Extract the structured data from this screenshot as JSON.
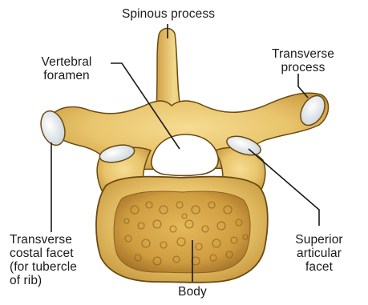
{
  "labels": {
    "spinous_process": "Spinous process",
    "vertebral_foramen": [
      "Vertebral",
      "foramen"
    ],
    "transverse_process": [
      "Transverse",
      "process"
    ],
    "transverse_costal_facet": [
      "Transverse",
      "costal facet",
      "(for tubercle",
      "of rib)"
    ],
    "superior_articular_facet": [
      "Superior",
      "articular",
      "facet"
    ],
    "body": "Body"
  },
  "colors": {
    "bone": "#e8c46c",
    "bone_shade": "#b8882e",
    "bone_outline": "#6a4a12",
    "facet": "#e9eef2",
    "foramen": "#ffffff",
    "label_text": "#1a1a1a",
    "leader_line": "#1a1a1a"
  }
}
